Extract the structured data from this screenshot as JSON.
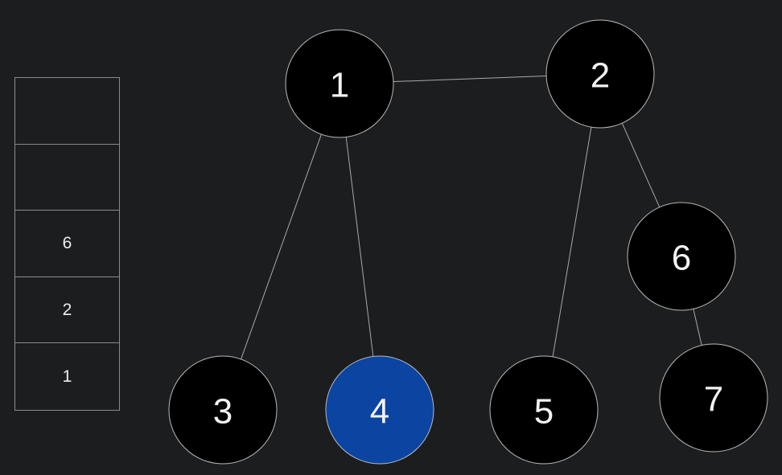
{
  "colors": {
    "background": "#1c1d1f",
    "node_default": "#000000",
    "node_highlight": "#0b44a1",
    "stroke": "#b9b9b9",
    "text": "#f2f2f2"
  },
  "stack": {
    "cells": [
      "",
      "",
      "6",
      "2",
      "1"
    ]
  },
  "graph": {
    "nodes": [
      {
        "id": "1",
        "label": "1",
        "highlighted": false
      },
      {
        "id": "2",
        "label": "2",
        "highlighted": false
      },
      {
        "id": "3",
        "label": "3",
        "highlighted": false
      },
      {
        "id": "4",
        "label": "4",
        "highlighted": true
      },
      {
        "id": "5",
        "label": "5",
        "highlighted": false
      },
      {
        "id": "6",
        "label": "6",
        "highlighted": false
      },
      {
        "id": "7",
        "label": "7",
        "highlighted": false
      }
    ],
    "edges": [
      [
        "1",
        "2"
      ],
      [
        "1",
        "3"
      ],
      [
        "1",
        "4"
      ],
      [
        "2",
        "5"
      ],
      [
        "2",
        "6"
      ],
      [
        "6",
        "7"
      ]
    ]
  }
}
